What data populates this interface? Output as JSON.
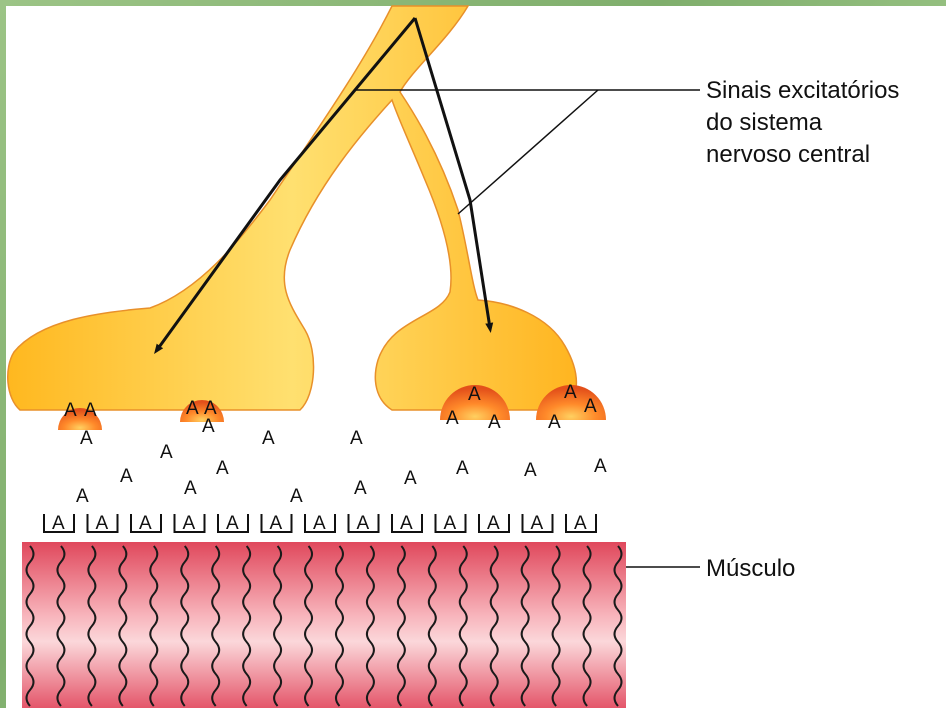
{
  "labels": {
    "signals_line1": "Sinais excitatórios",
    "signals_line2": "do sistema",
    "signals_line3": "nervoso central",
    "muscle": "Músculo"
  },
  "molecule_letter": "A",
  "receptor_count": 13,
  "colors": {
    "border": "#8fb878",
    "neuron_fill": "#ffc233",
    "neuron_edge": "#e8902a",
    "vesicle": "#e85a1c",
    "muscle_dark": "#e0485c",
    "muscle_light": "#fde7e8"
  }
}
